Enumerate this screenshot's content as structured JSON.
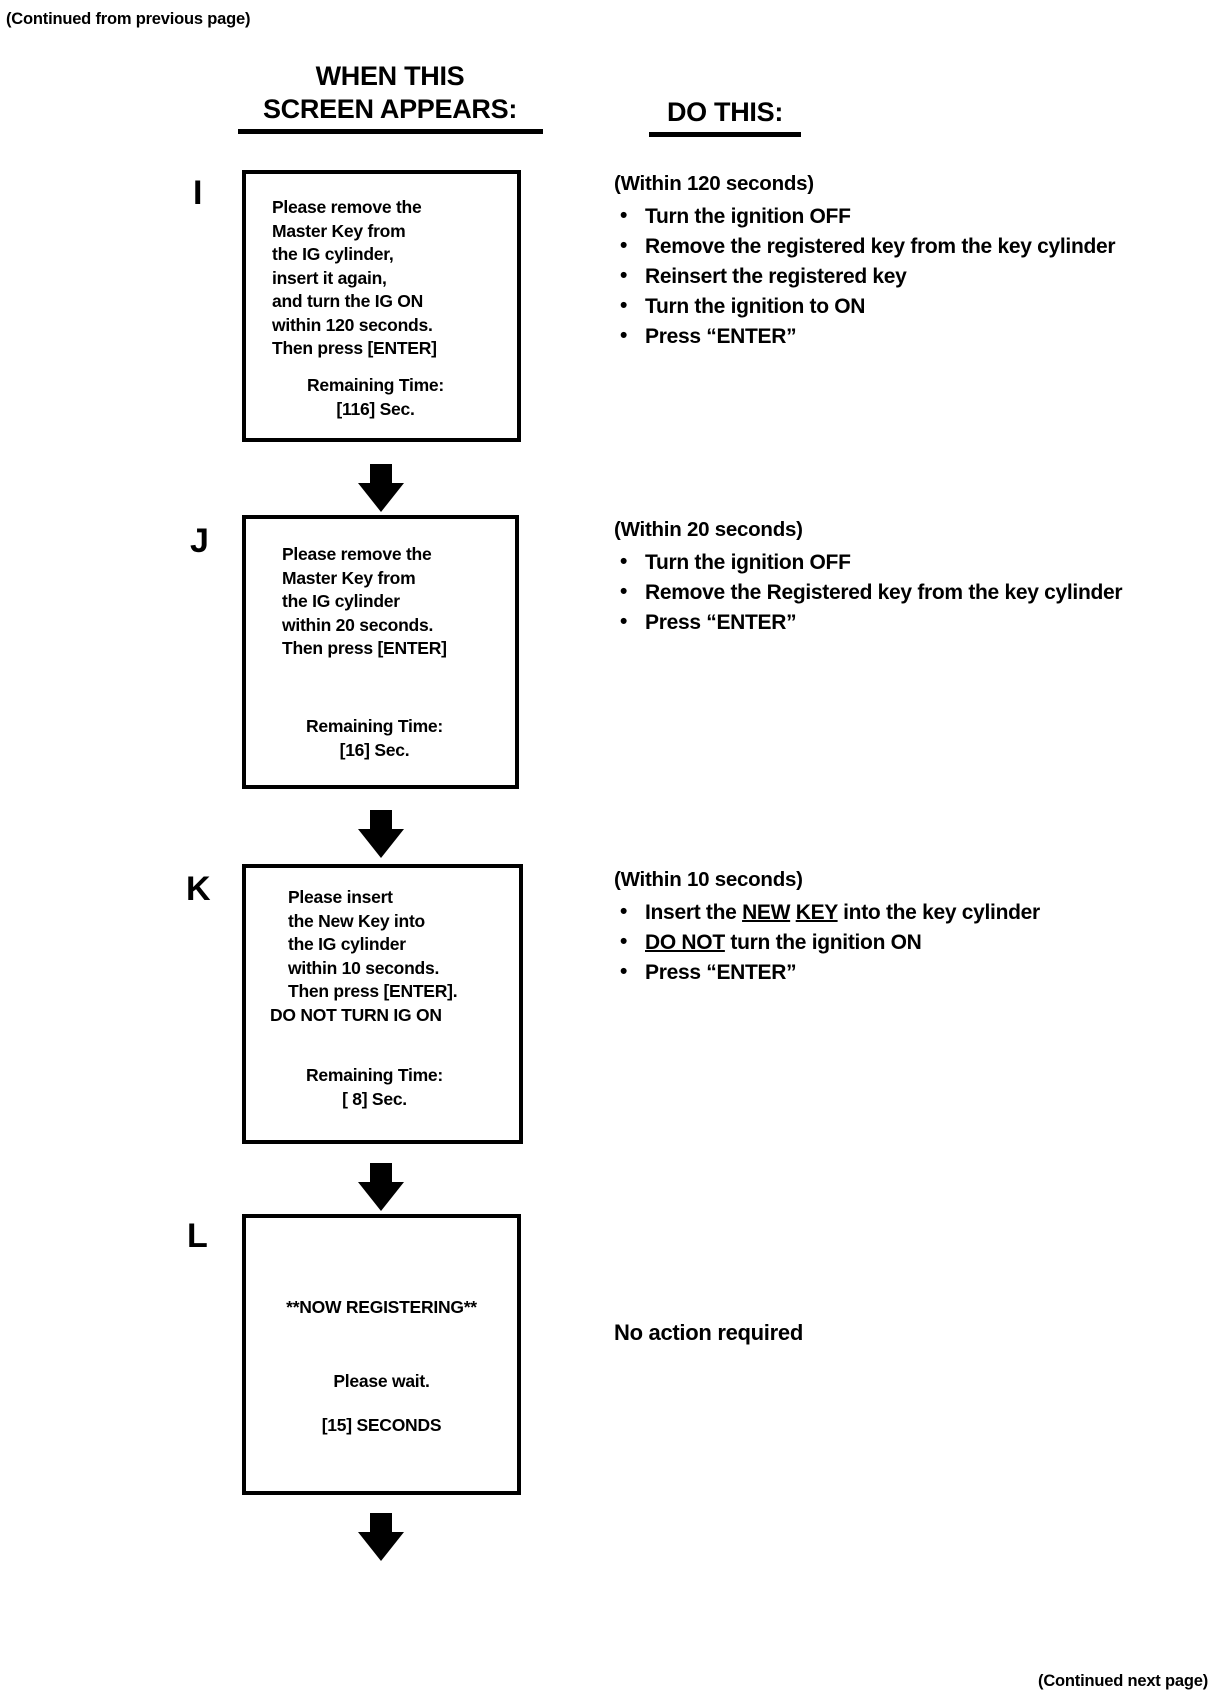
{
  "page": {
    "continued_from": "(Continued from previous page)",
    "continued_next": "(Continued next page)"
  },
  "headers": {
    "left_line1": "WHEN THIS",
    "left_line2": "SCREEN APPEARS:",
    "right": "DO THIS:"
  },
  "steps": [
    {
      "letter": "I",
      "screen": {
        "body": "Please remove the\nMaster Key from\nthe IG cylinder,\ninsert it again,\nand turn the IG ON\nwithin 120 seconds.\nThen press [ENTER]",
        "remaining": "Remaining Time:\n[116] Sec."
      },
      "timing": "(Within 120 seconds)",
      "actions": [
        "Turn the ignition OFF",
        "Remove the registered key from the key cylinder",
        "Reinsert the registered key",
        "Turn the ignition to ON",
        "Press “ENTER”"
      ]
    },
    {
      "letter": "J",
      "screen": {
        "body": "Please remove the\nMaster Key from\nthe IG cylinder\nwithin 20 seconds.\nThen press [ENTER]",
        "remaining": "Remaining Time:\n[16] Sec."
      },
      "timing": "(Within 20 seconds)",
      "actions": [
        "Turn the ignition OFF",
        "Remove the Registered key from the key cylinder",
        "Press “ENTER”"
      ]
    },
    {
      "letter": "K",
      "screen": {
        "body": "Please insert\nthe New Key into\nthe IG cylinder\nwithin 10 seconds.\nThen press [ENTER].",
        "warning": "DO NOT TURN IG ON",
        "remaining": "Remaining Time:\n[  8] Sec."
      },
      "timing": "(Within 10 seconds)",
      "actions_rich": [
        [
          {
            "t": "Insert the "
          },
          {
            "t": "NEW",
            "u": true
          },
          {
            "t": " "
          },
          {
            "t": "KEY",
            "u": true
          },
          {
            "t": " into the key cylinder"
          }
        ],
        [
          {
            "t": "DO NOT",
            "u": true
          },
          {
            "t": " turn the ignition ON"
          }
        ],
        [
          {
            "t": "Press “ENTER”"
          }
        ]
      ]
    },
    {
      "letter": "L",
      "screen": {
        "line1": "**NOW REGISTERING**",
        "line2": "Please wait.",
        "line3": "[15] SECONDS"
      },
      "no_action": "No action required"
    }
  ],
  "icons": {
    "down_arrow": "down-arrow-icon"
  },
  "colors": {
    "ink": "#000000",
    "paper": "#ffffff"
  }
}
